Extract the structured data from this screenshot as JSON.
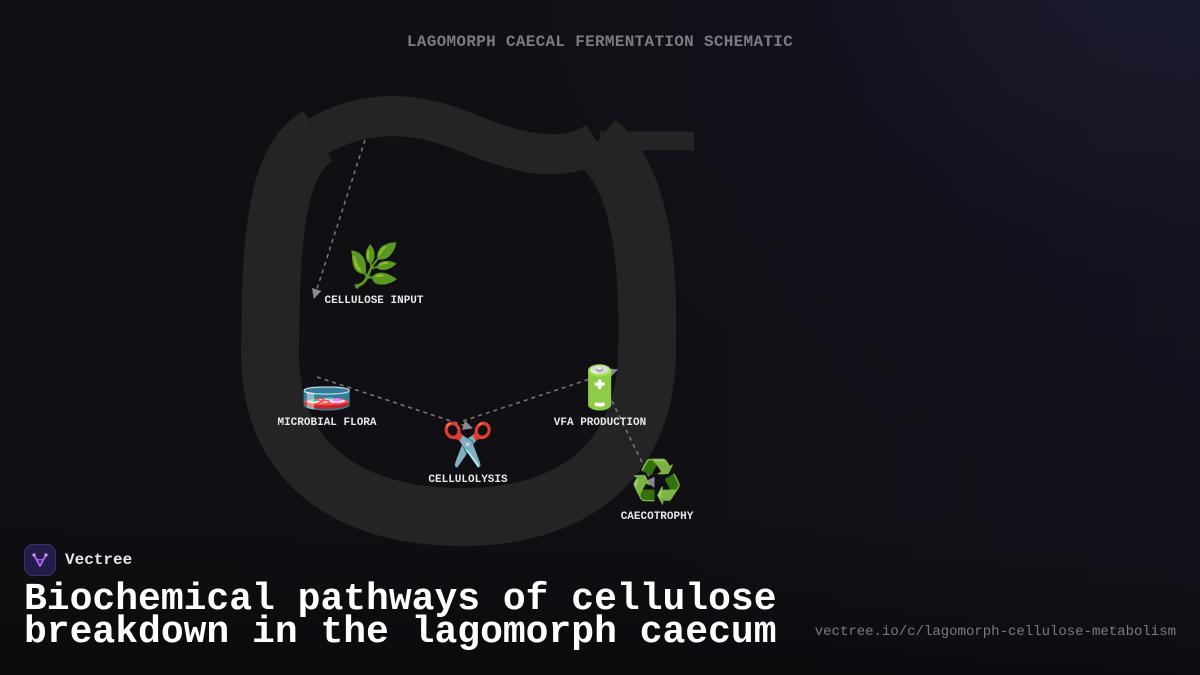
{
  "diagram": {
    "title": "LAGOMORPH CAECAL FERMENTATION SCHEMATIC",
    "nodes": [
      {
        "id": "cellulose-input",
        "label": "CELLULOSE INPUT",
        "icon": "🌿",
        "icon_name": "herb-icon"
      },
      {
        "id": "microbial-flora",
        "label": "MICROBIAL FLORA",
        "icon": "🧫",
        "icon_name": "petri-dish-icon"
      },
      {
        "id": "cellulolysis",
        "label": "CELLULOLYSIS",
        "icon": "✂️",
        "icon_name": "scissors-icon"
      },
      {
        "id": "vfa-production",
        "label": "VFA PRODUCTION",
        "icon": "🔋",
        "icon_name": "battery-icon"
      },
      {
        "id": "caecotrophy",
        "label": "CAECOTROPHY",
        "icon": "♻️",
        "icon_name": "recycle-icon"
      }
    ],
    "edges": [
      {
        "from": "inlet",
        "to": "cellulose-input"
      },
      {
        "from": "microbial-flora",
        "to": "cellulolysis"
      },
      {
        "from": "cellulolysis",
        "to": "vfa-production"
      },
      {
        "from": "vfa-production",
        "to": "caecotrophy"
      }
    ]
  },
  "footer": {
    "brand_name": "Vectree",
    "headline": "Biochemical pathways of cellulose breakdown in the lagomorph caecum",
    "url": "vectree.io/c/lagomorph-cellulose-metabolism"
  },
  "colors": {
    "background": "#0f0f13",
    "organ_shape": "#242426",
    "edge": "#7a7a7e",
    "label": "#e8e8ea",
    "title": "#7c7c80",
    "brand_logo_bg": "#241c48",
    "brand_logo_glyph": "#b066ff"
  }
}
